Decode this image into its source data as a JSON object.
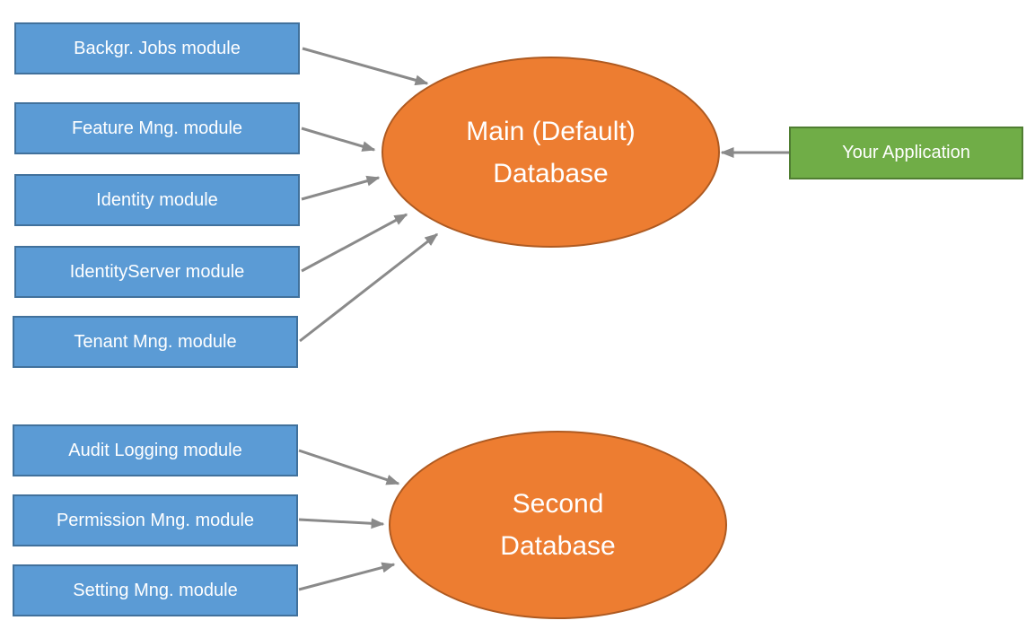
{
  "diagram": {
    "main_database": {
      "label_line1": "Main (Default)",
      "label_line2": "Database"
    },
    "second_database": {
      "label_line1": "Second",
      "label_line2": "Database"
    },
    "application": {
      "label": "Your Application"
    },
    "main_modules": [
      {
        "label": "Backgr. Jobs module"
      },
      {
        "label": "Feature Mng. module"
      },
      {
        "label": "Identity module"
      },
      {
        "label": "IdentityServer module"
      },
      {
        "label": "Tenant Mng. module"
      }
    ],
    "second_modules": [
      {
        "label": "Audit Logging module"
      },
      {
        "label": "Permission Mng. module"
      },
      {
        "label": "Setting Mng. module"
      }
    ],
    "connections": [
      {
        "from": "Backgr. Jobs module",
        "to": "Main (Default) Database"
      },
      {
        "from": "Feature Mng. module",
        "to": "Main (Default) Database"
      },
      {
        "from": "Identity module",
        "to": "Main (Default) Database"
      },
      {
        "from": "IdentityServer module",
        "to": "Main (Default) Database"
      },
      {
        "from": "Tenant Mng. module",
        "to": "Main (Default) Database"
      },
      {
        "from": "Your Application",
        "to": "Main (Default) Database"
      },
      {
        "from": "Audit Logging module",
        "to": "Second Database"
      },
      {
        "from": "Permission Mng. module",
        "to": "Second Database"
      },
      {
        "from": "Setting Mng. module",
        "to": "Second Database"
      }
    ],
    "colors": {
      "module_fill": "#5B9BD5",
      "module_border": "#41719C",
      "database_fill": "#ED7D31",
      "database_border": "#AE5A21",
      "application_fill": "#70AD47",
      "application_border": "#507E32",
      "arrow": "#8A8A8A",
      "text": "#FFFFFF"
    }
  }
}
